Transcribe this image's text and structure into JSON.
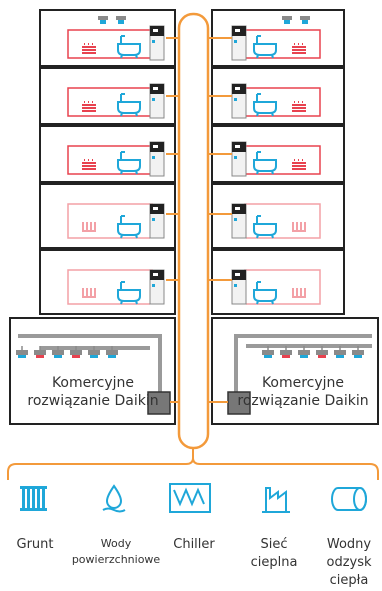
{
  "commercial": {
    "left": {
      "line1": "Komercyjne",
      "line2": "rozwiązanie Daikin"
    },
    "right": {
      "line1": "Komercyjne",
      "line2": "rozwiązanie Daikin"
    }
  },
  "sources": [
    {
      "icon": "radiator-icon",
      "line1": "Grunt",
      "line2": "",
      "line3": ""
    },
    {
      "icon": "water-drop-icon",
      "line1": "Wody",
      "line2": "powierzchniowe",
      "line3": ""
    },
    {
      "icon": "chiller-icon",
      "line1": "Chiller",
      "line2": "",
      "line3": ""
    },
    {
      "icon": "factory-icon",
      "line1": "Sieć",
      "line2": "cieplna",
      "line3": ""
    },
    {
      "icon": "pipe-icon",
      "line1": "Wodny",
      "line2": "odzysk",
      "line3": "ciepła"
    }
  ],
  "colors": {
    "pipe": "#f39a3b",
    "heating": "#e8424f",
    "cooling": "#1fa7d9",
    "frame": "#222222",
    "duct": "#9a9a9a"
  }
}
